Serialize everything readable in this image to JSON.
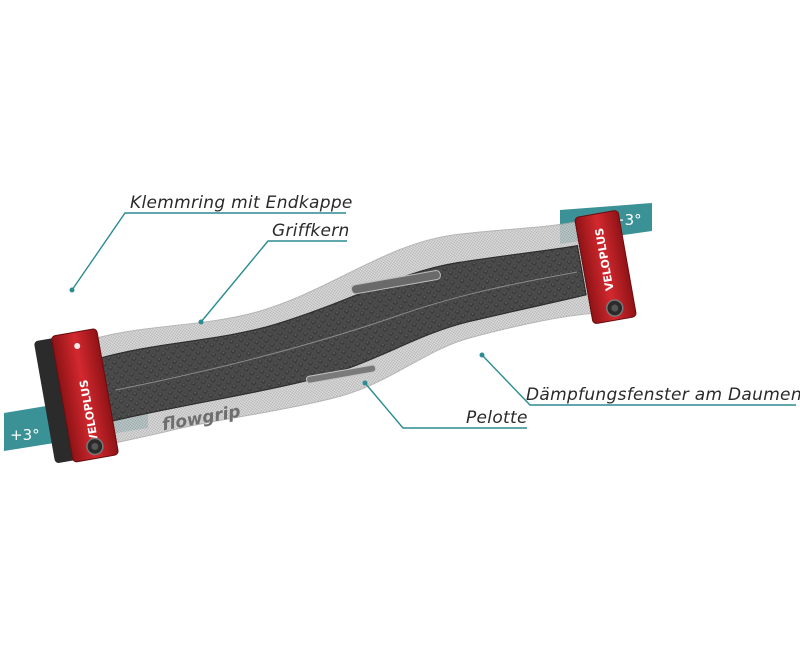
{
  "labels": {
    "clamp_ring": "Klemmring mit Endkappe",
    "grip_core": "Griffkern",
    "thumb_damping": "Dämpfungsfenster am Daumen",
    "pelotte": "Pelotte"
  },
  "angles": {
    "left": "+3°",
    "right": "+3°"
  },
  "branding": {
    "clamp_logo": "VELOPLUS",
    "grip_logo": "flowgrip"
  },
  "colors": {
    "accent_teal": "#3a9196",
    "clamp_red": "#c4262b",
    "leader_teal": "#2c8c91"
  }
}
